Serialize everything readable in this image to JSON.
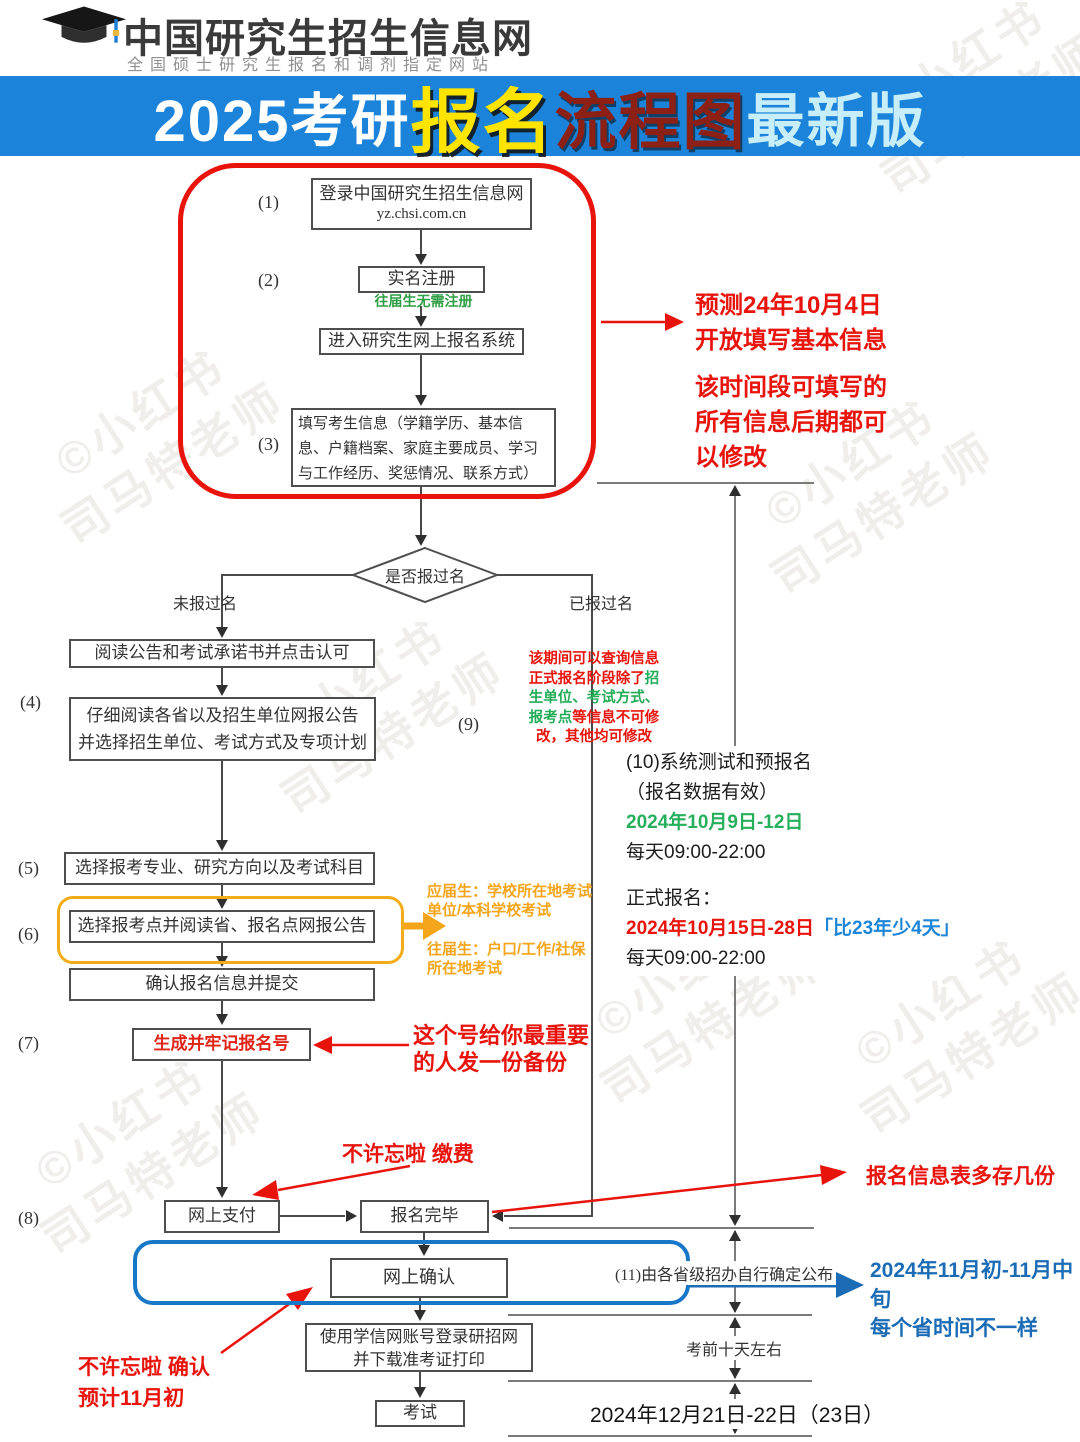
{
  "header": {
    "site_name": "中国研究生招生信息网",
    "site_subtitle": "全国硕士研究生报名和调剂指定网站"
  },
  "banner": {
    "part1": "2025考研",
    "part2": "报名",
    "part3": "流程图",
    "part4": "最新版",
    "colors": {
      "background": "#1b84da",
      "part1": "#ffffff",
      "part2": "#ffe400",
      "part3": "#8c2014",
      "part4": "#c7eef9"
    }
  },
  "watermark": {
    "line1": "©小红书",
    "line2": "司马特老师",
    "icon": "✈"
  },
  "flow": {
    "step1_label": "(1)",
    "step1_line1": "登录中国研究生招生信息网",
    "step1_line2": "yz.chsi.com.cn",
    "step2_label": "(2)",
    "step2_box": "实名注册",
    "step2_note": "往届生无需注册",
    "enter_box": "进入研究生网上报名系统",
    "step3_label": "(3)",
    "step3_box": "填写考生信息（学籍学历、基本信息、户籍档案、家庭主要成员、学习与工作经历、奖惩情况、联系方式）",
    "decision": "是否报过名",
    "branch_left": "未报过名",
    "branch_right": "已报过名",
    "read_notice_box": "阅读公告和考试承诺书并点击认可",
    "step4_label": "(4)",
    "step4_line1": "仔细阅读各省以及招生单位网报公告",
    "step4_line2": "并选择招生单位、考试方式及专项计划",
    "step9_label": "(9)",
    "step5_label": "(5)",
    "step5_box": "选择报考专业、研究方向以及考试科目",
    "step6_label": "(6)",
    "step6_box": "选择报考点并阅读省、报名点网报公告",
    "confirm_box": "确认报名信息并提交",
    "step7_label": "(7)",
    "step7_box": "生成并牢记报名号",
    "step8_label": "(8)",
    "pay_box": "网上支付",
    "done_box": "报名完毕",
    "online_confirm_box": "网上确认",
    "print_line1": "使用学信网账号登录研招网",
    "print_line2": "并下载准考证打印",
    "exam_box": "考试"
  },
  "annotations": {
    "predict": {
      "l1": "预测24年10月4日",
      "l2": "开放填写基本信息",
      "l3": "该时间段可填写的",
      "l4": "所有信息后期都可",
      "l5": "以修改"
    },
    "query": {
      "l1": "该期间可以查询信息",
      "l2a": "正式报名阶段除了",
      "l2b": "招",
      "l3": "生单位、考试方式、",
      "l4a": "报考点",
      "l4b": "等信息不可修",
      "l5": "改，其他均可修改"
    },
    "exam_site": {
      "fresh_l1": "应届生：学校所在地考试",
      "fresh_l2": "单位/本科学校考试",
      "prev_l1": "往届生：户口/工作/社保",
      "prev_l2": "所在地考试"
    },
    "reg_no": {
      "l1": "这个号给你最重要",
      "l2": "的人发一份备份"
    },
    "pay_note": "不许忘啦 缴费",
    "copies_note": "报名信息表多存几份",
    "confirm_note": {
      "l1": "不许忘啦 确认",
      "l2": "预计11月初"
    }
  },
  "timeline": {
    "pre_reg_title": "(10)系统测试和预报名",
    "pre_reg_sub": "（报名数据有效）",
    "pre_reg_date": "2024年10月9日-12日",
    "pre_reg_time": "每天09:00-22:00",
    "formal_title": "正式报名：",
    "formal_date": "2024年10月15日-28日",
    "formal_note": "「比23年少4天」",
    "formal_time": "每天09:00-22:00",
    "confirm_label": "(11)由各省级招办自行确定公布",
    "confirm_date_line1": "2024年11月初-11月中旬",
    "confirm_date_line2": "每个省时间不一样",
    "ticket_label": "考前十天左右",
    "exam_date": "2024年12月21日-22日（23日）"
  },
  "colors": {
    "flow_line": "#4a4a4a",
    "annotation_red": "#e8140c",
    "annotation_green": "#22ac57",
    "annotation_orange": "#f5a519",
    "annotation_blue": "#1b6cb5",
    "frame_red": "#e8140c",
    "frame_yellow": "#f2ac18",
    "frame_blue": "#1878c8",
    "box7_text": "#e02418"
  }
}
